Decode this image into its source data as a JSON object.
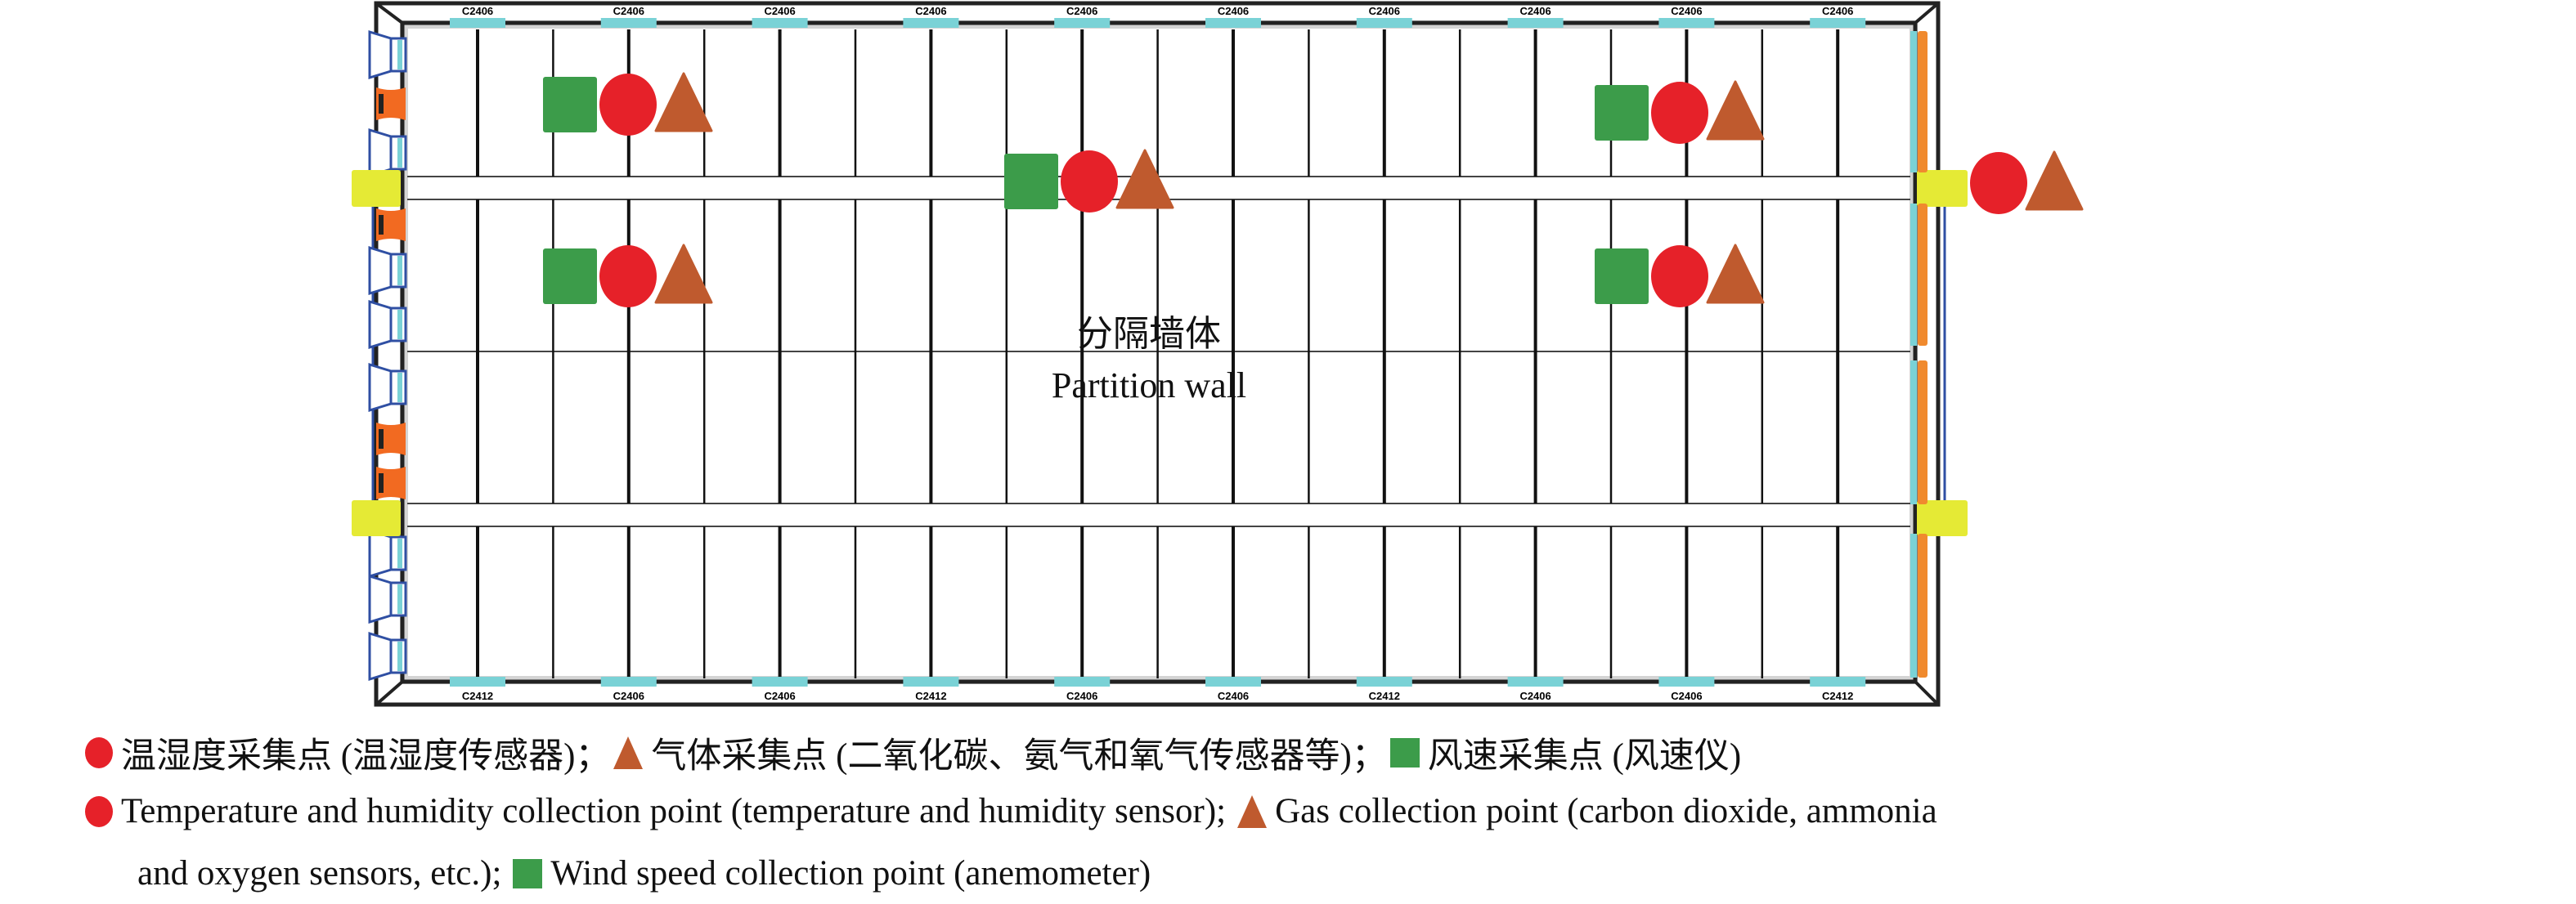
{
  "top_windows": [
    "C2406",
    "C2406",
    "C2406",
    "C2406",
    "C2406",
    "C2406",
    "C2406",
    "C2406",
    "C2406",
    "C2406"
  ],
  "bottom_windows": [
    "C2412",
    "C2406",
    "C2406",
    "C2412",
    "C2406",
    "C2406",
    "C2412",
    "C2406",
    "C2406",
    "C2412"
  ],
  "partition": {
    "cn": "分隔墙体",
    "en": "Partition wall"
  },
  "colors": {
    "temp_humidity": "#e62129",
    "gas": "#bf5a2e",
    "wind": "#3c9c4a",
    "window": "#7ad2d6",
    "fan_blue": "#2f4fa3",
    "fan_orange": "#f26a21",
    "inlet": "#e5ea35",
    "pad": "#f08a2e"
  },
  "legend": {
    "cn": {
      "temp": "温湿度采集点 (温湿度传感器)；",
      "gas": "气体采集点 (二氧化碳、氨气和氧气传感器等)；",
      "wind": "风速采集点 (风速仪)"
    },
    "en": {
      "temp": "Temperature and humidity collection point (temperature and humidity sensor);",
      "gas": "Gas collection point (carbon dioxide, ammonia",
      "gas_cont": "and oxygen sensors, etc.);",
      "wind": "Wind speed collection point (anemometer)"
    }
  }
}
